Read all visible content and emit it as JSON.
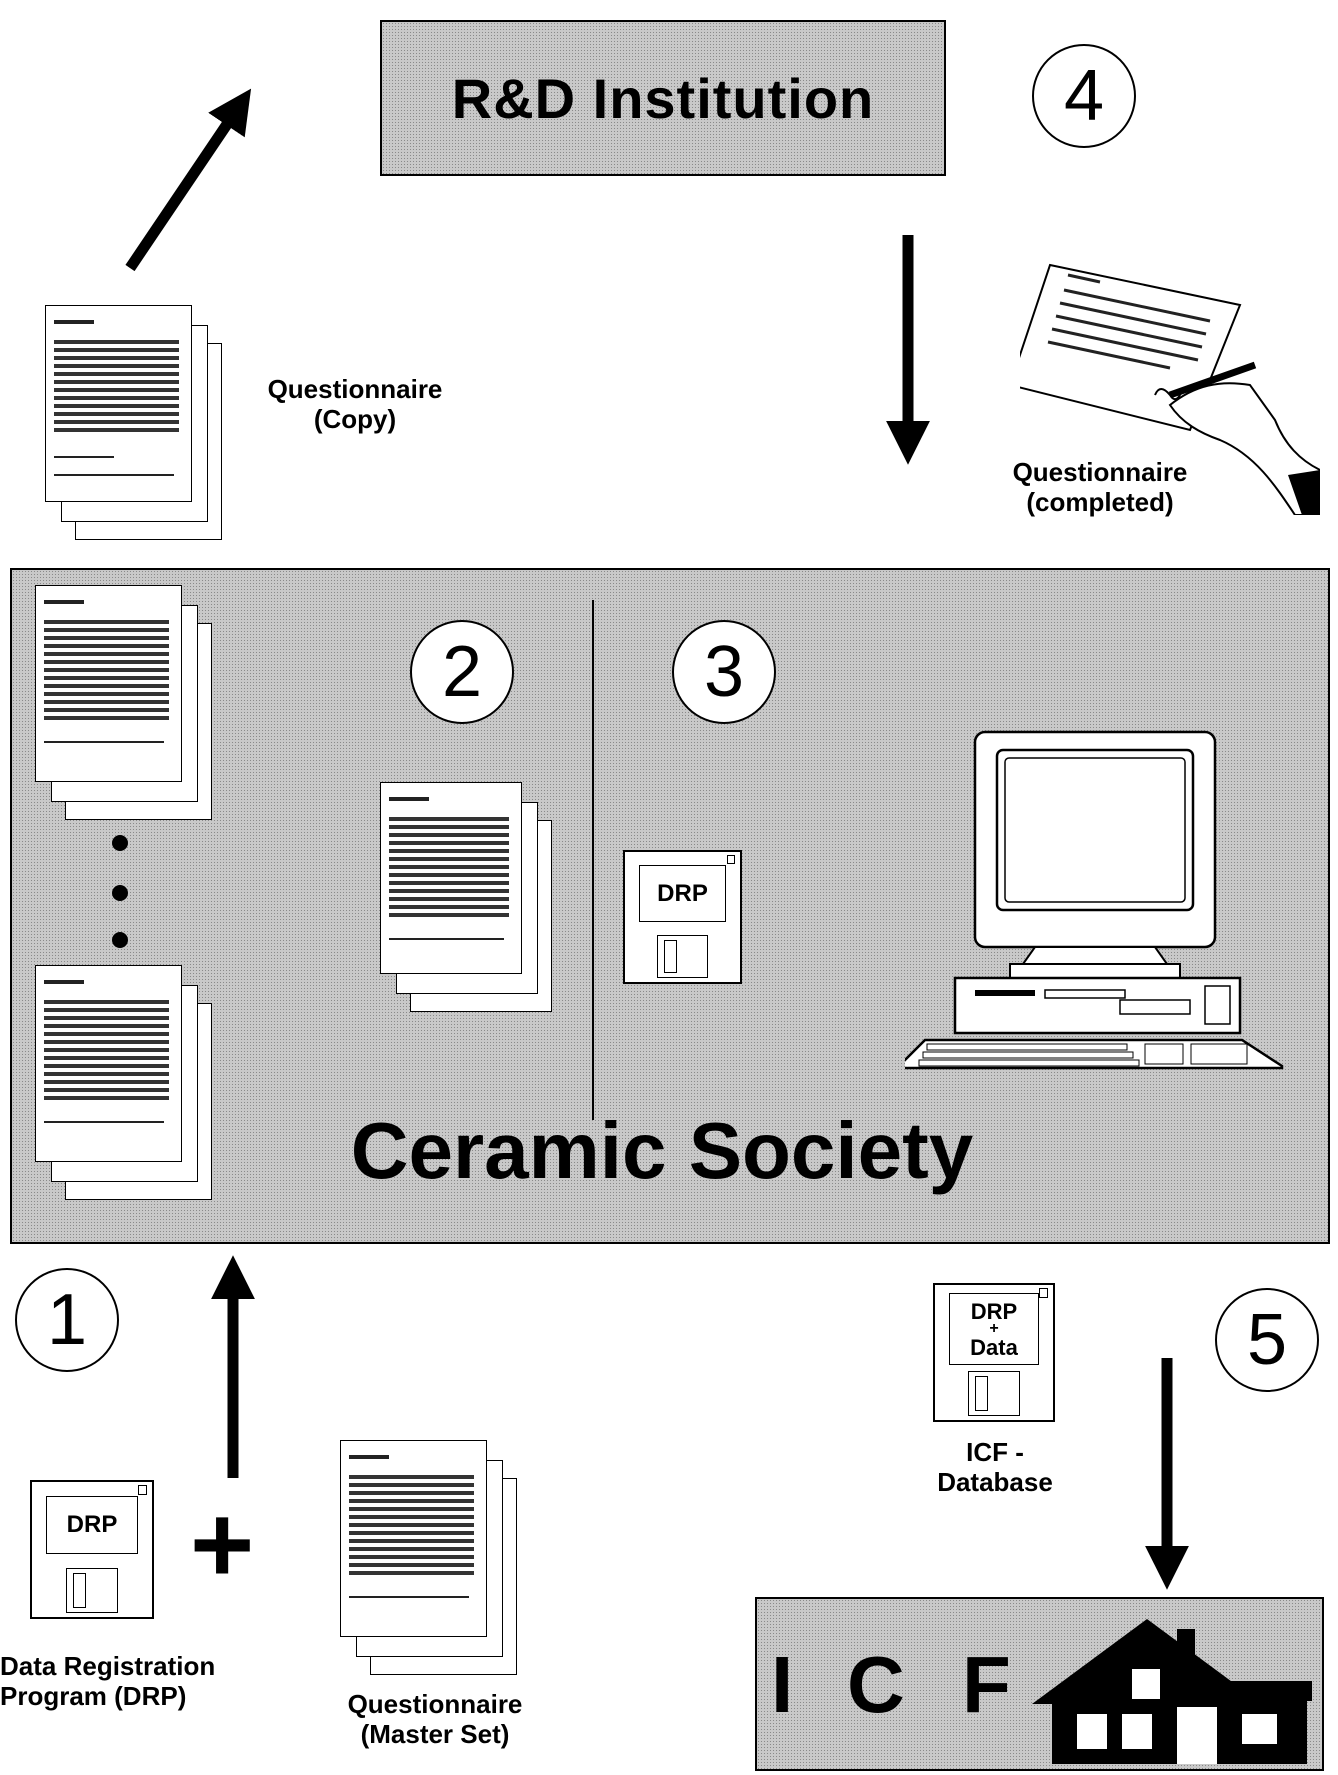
{
  "top_box": {
    "title": "R&D Institution"
  },
  "society_box": {
    "title": "Ceramic Society"
  },
  "icf_box": {
    "letters": [
      "I",
      "C",
      "F"
    ]
  },
  "steps": [
    "1",
    "2",
    "3",
    "4",
    "5"
  ],
  "labels": {
    "questionnaire_copy": [
      "Questionnaire",
      "(Copy)"
    ],
    "questionnaire_completed": [
      "Questionnaire",
      "(completed)"
    ],
    "drp_program": [
      "Data Registration",
      "Program (DRP)"
    ],
    "questionnaire_master": [
      "Questionnaire",
      "(Master Set)"
    ],
    "icf_database": [
      "ICF -",
      "Database"
    ]
  },
  "disks": {
    "drp_society": "DRP",
    "drp_bottom": "DRP",
    "drp_data": [
      "DRP",
      "+",
      "Data"
    ]
  },
  "plus_sign": "+"
}
